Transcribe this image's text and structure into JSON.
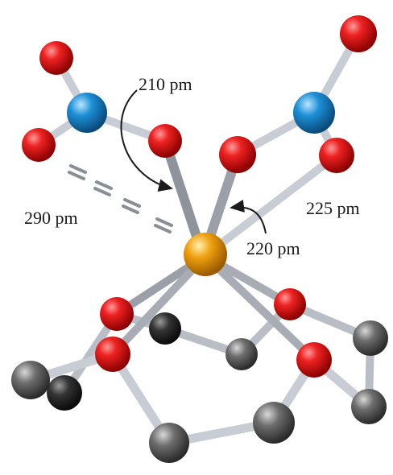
{
  "labels": {
    "bond_210": "210 pm",
    "bond_220": "220 pm",
    "bond_225": "225 pm",
    "contact_290": "290 pm"
  },
  "colors": {
    "oxygen": "#e01818",
    "nitrogen": "#1d8fd6",
    "metal": "#f0a010",
    "carbon": "#6a6a6a",
    "bond": "#c8ccd4"
  }
}
